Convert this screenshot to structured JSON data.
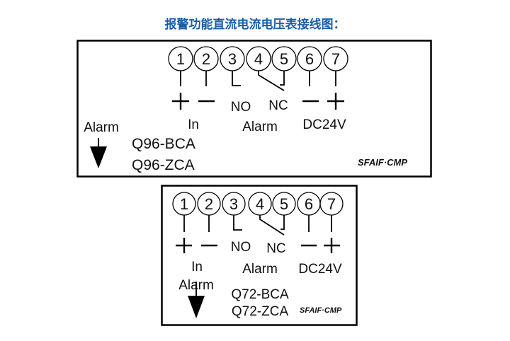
{
  "title": "报警功能直流电流电压表接线图：",
  "diagrams": [
    {
      "terminals": [
        "1",
        "2",
        "3",
        "4",
        "5",
        "6",
        "7"
      ],
      "polarity": [
        "+",
        "−",
        "−",
        "+"
      ],
      "contacts": [
        "NO",
        "NC"
      ],
      "groups": [
        "In",
        "Alarm",
        "DC24V"
      ],
      "alarm_label": "Alarm",
      "models": [
        "Q96-BCA",
        "Q96-ZCA"
      ],
      "logo": "SFAIF·CMP"
    },
    {
      "terminals": [
        "1",
        "2",
        "3",
        "4",
        "5",
        "6",
        "7"
      ],
      "polarity": [
        "+",
        "−",
        "−",
        "+"
      ],
      "contacts": [
        "NO",
        "NC"
      ],
      "groups": [
        "In",
        "Alarm",
        "DC24V"
      ],
      "alarm_label": "Alarm",
      "models": [
        "Q72-BCA",
        "Q72-ZCA"
      ],
      "logo": "SFAIF·CMP"
    }
  ]
}
